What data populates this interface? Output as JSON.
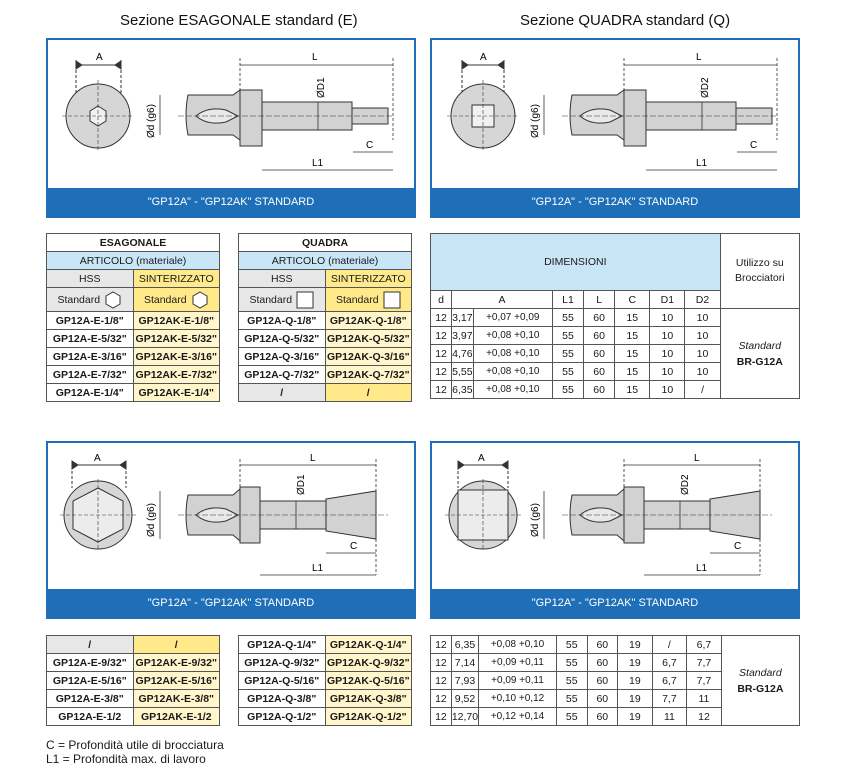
{
  "titles": {
    "hex": "Sezione ESAGONALE standard (E)",
    "square": "Sezione QUADRA standard (Q)"
  },
  "panel_caption": "\"GP12A\" - \"GP12AK\" STANDARD",
  "dim_labels": {
    "A": "A",
    "L": "L",
    "D1": "ØD1",
    "D2": "ØD2",
    "d": "Ød (g6)",
    "C": "C",
    "L1": "L1"
  },
  "hex_table": {
    "title": "ESAGONALE",
    "subtitle": "ARTICOLO (materiale)",
    "hss": "HSS",
    "sint": "SINTERIZZATO",
    "std": "Standard",
    "rows": [
      [
        "GP12A-E-1/8\"",
        "GP12AK-E-1/8\""
      ],
      [
        "GP12A-E-5/32\"",
        "GP12AK-E-5/32\""
      ],
      [
        "GP12A-E-3/16\"",
        "GP12AK-E-3/16\""
      ],
      [
        "GP12A-E-7/32\"",
        "GP12AK-E-7/32\""
      ],
      [
        "GP12A-E-1/4\"",
        "GP12AK-E-1/4\""
      ]
    ]
  },
  "sq_table": {
    "title": "QUADRA",
    "subtitle": "ARTICOLO (materiale)",
    "hss": "HSS",
    "sint": "SINTERIZZATO",
    "std": "Standard",
    "rows": [
      [
        "GP12A-Q-1/8\"",
        "GP12AK-Q-1/8\""
      ],
      [
        "GP12A-Q-5/32\"",
        "GP12AK-Q-5/32\""
      ],
      [
        "GP12A-Q-3/16\"",
        "GP12AK-Q-3/16\""
      ],
      [
        "GP12A-Q-7/32\"",
        "GP12AK-Q-7/32\""
      ],
      [
        "/",
        "/"
      ]
    ]
  },
  "dim_table": {
    "title": "DIMENSIONI",
    "use_title": "Utilizzo su Brocciatori",
    "cols": [
      "d",
      "A",
      "L1",
      "L",
      "C",
      "D1",
      "D2"
    ],
    "use_label": "Standard",
    "use_model": "BR-G12A",
    "rows": [
      [
        "12",
        "3,17",
        "+0,07 +0,09",
        "55",
        "60",
        "15",
        "10",
        "10"
      ],
      [
        "12",
        "3,97",
        "+0,08 +0,10",
        "55",
        "60",
        "15",
        "10",
        "10"
      ],
      [
        "12",
        "4,76",
        "+0,08 +0,10",
        "55",
        "60",
        "15",
        "10",
        "10"
      ],
      [
        "12",
        "5,55",
        "+0,08 +0,10",
        "55",
        "60",
        "15",
        "10",
        "10"
      ],
      [
        "12",
        "6,35",
        "+0,08 +0,10",
        "55",
        "60",
        "15",
        "10",
        "/"
      ]
    ]
  },
  "hex_table2": {
    "rows": [
      [
        "/",
        "/"
      ],
      [
        "GP12A-E-9/32\"",
        "GP12AK-E-9/32\""
      ],
      [
        "GP12A-E-5/16\"",
        "GP12AK-E-5/16\""
      ],
      [
        "GP12A-E-3/8\"",
        "GP12AK-E-3/8\""
      ],
      [
        "GP12A-E-1/2",
        "GP12AK-E-1/2"
      ]
    ]
  },
  "sq_table2": {
    "rows": [
      [
        "GP12A-Q-1/4\"",
        "GP12AK-Q-1/4\""
      ],
      [
        "GP12A-Q-9/32\"",
        "GP12AK-Q-9/32\""
      ],
      [
        "GP12A-Q-5/16\"",
        "GP12AK-Q-5/16\""
      ],
      [
        "GP12A-Q-3/8\"",
        "GP12AK-Q-3/8\""
      ],
      [
        "GP12A-Q-1/2\"",
        "GP12AK-Q-1/2\""
      ]
    ]
  },
  "dim_table2": {
    "use_label": "Standard",
    "use_model": "BR-G12A",
    "rows": [
      [
        "12",
        "6,35",
        "+0,08 +0,10",
        "55",
        "60",
        "19",
        "/",
        "6,7"
      ],
      [
        "12",
        "7,14",
        "+0,09 +0,11",
        "55",
        "60",
        "19",
        "6,7",
        "7,7"
      ],
      [
        "12",
        "7,93",
        "+0,09 +0,11",
        "55",
        "60",
        "19",
        "6,7",
        "7,7"
      ],
      [
        "12",
        "9,52",
        "+0,10 +0,12",
        "55",
        "60",
        "19",
        "7,7",
        "11"
      ],
      [
        "12",
        "12,70",
        "+0,12 +0,14",
        "55",
        "60",
        "19",
        "11",
        "12"
      ]
    ]
  },
  "footnotes": [
    "C = Profondità utile di brocciatura",
    "L1 = Profondità max. di lavoro"
  ],
  "colors": {
    "accent": "#1e6fb8",
    "hdr_blue": "#c9e6f7",
    "yellow": "#ffe98a",
    "grey": "#e7e7e7"
  }
}
